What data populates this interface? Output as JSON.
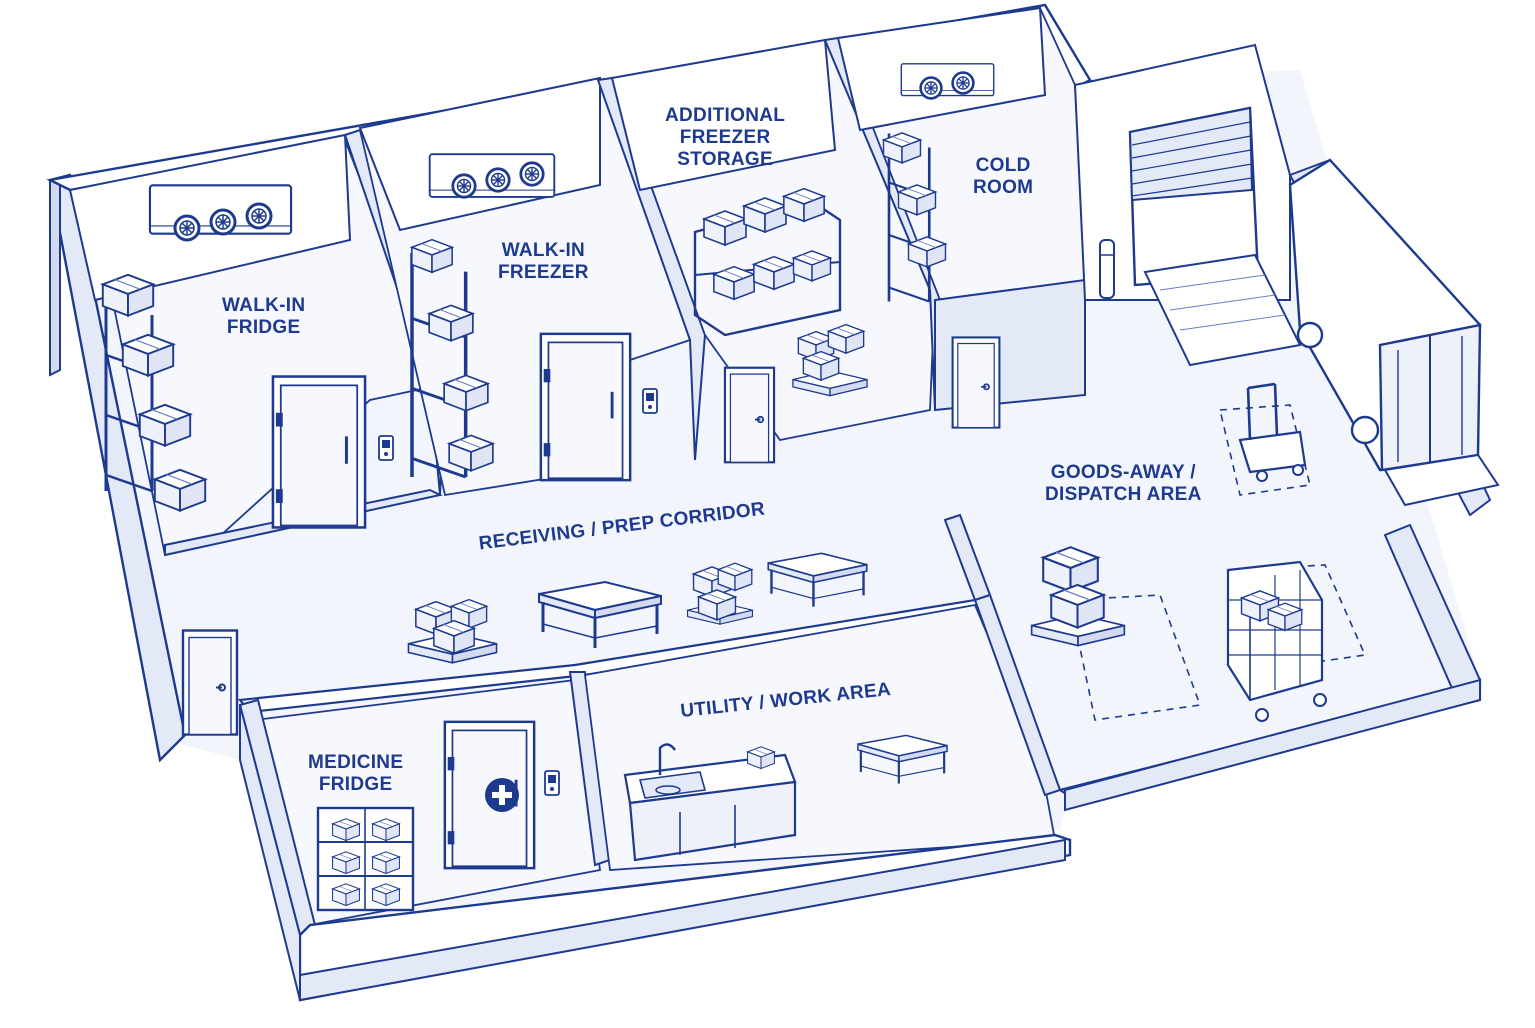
{
  "colors": {
    "ink": "#1e3a8f",
    "ink_light": "#6b7fc4",
    "floor": "#f3f5fc",
    "wall_top": "#ffffff",
    "wall_side": "#e4e9f7",
    "wall_dark": "#d3daf0",
    "background": "#ffffff"
  },
  "rooms": {
    "walk_in_fridge": [
      "WALK-IN",
      "FRIDGE"
    ],
    "walk_in_freezer": [
      "WALK-IN",
      "FREEZER"
    ],
    "additional_freezer_storage": [
      "ADDITIONAL",
      "FREEZER",
      "STORAGE"
    ],
    "cold_room": [
      "COLD",
      "ROOM"
    ],
    "receiving_prep_corridor": "RECEIVING / PREP CORRIDOR",
    "goods_away_dispatch_area": [
      "GOODS-AWAY /",
      "DISPATCH AREA"
    ],
    "medicine_fridge": [
      "MEDICINE",
      "FRIDGE"
    ],
    "utility_work_area": "UTILITY / WORK AREA"
  },
  "icons": [
    "fan-unit-icon",
    "door-icon",
    "keypad-icon",
    "shelving-icon",
    "pallet-boxes-icon",
    "work-table-icon",
    "roller-door-icon",
    "bollard-icon",
    "hand-truck-icon",
    "roll-cage-icon",
    "delivery-truck-icon",
    "medical-cross-icon",
    "sink-icon"
  ]
}
